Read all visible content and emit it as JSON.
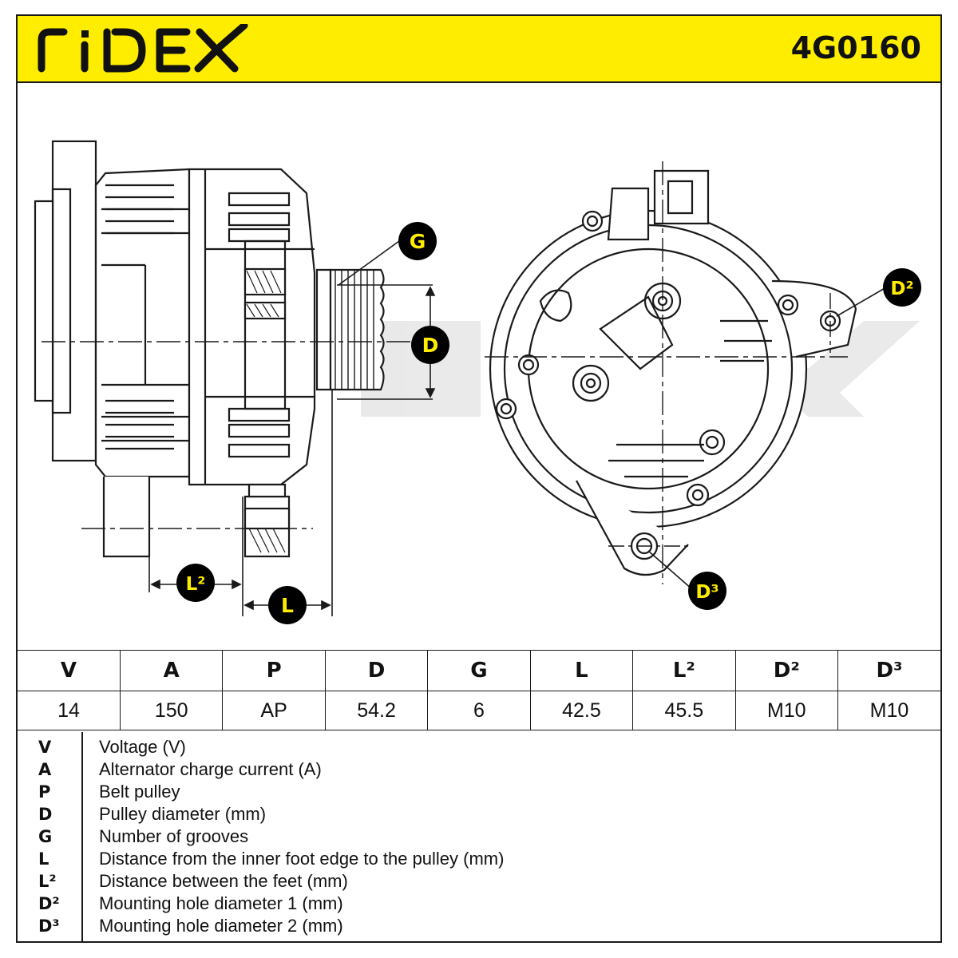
{
  "header": {
    "brand": "RIDEX",
    "part_number": "4G0160"
  },
  "callouts": {
    "g": "G",
    "d": "D",
    "d2": "D²",
    "d3": "D³",
    "l": "L",
    "l2": "L²"
  },
  "table": {
    "headers": [
      "V",
      "A",
      "P",
      "D",
      "G",
      "L",
      "L²",
      "D²",
      "D³"
    ],
    "values": [
      "14",
      "150",
      "AP",
      "54.2",
      "6",
      "42.5",
      "45.5",
      "M10",
      "M10"
    ]
  },
  "legend": [
    {
      "key": "V",
      "desc": "Voltage (V)"
    },
    {
      "key": "A",
      "desc": "Alternator charge current (A)"
    },
    {
      "key": "P",
      "desc": "Belt pulley"
    },
    {
      "key": "D",
      "desc": "Pulley diameter (mm)"
    },
    {
      "key": "G",
      "desc": "Number of grooves"
    },
    {
      "key": "L",
      "desc": "Distance from the inner foot edge to the pulley (mm)"
    },
    {
      "key": "L²",
      "desc": "Distance between the feet (mm)"
    },
    {
      "key": "D²",
      "desc": "Mounting hole diameter 1 (mm)"
    },
    {
      "key": "D³",
      "desc": "Mounting hole diameter 2 (mm)"
    }
  ],
  "colors": {
    "header_yellow": "#ffed00",
    "callout_yellow": "#ffed00",
    "callout_fill": "#000000",
    "line": "#1a1a1a",
    "watermark": "#e6e6e6"
  }
}
